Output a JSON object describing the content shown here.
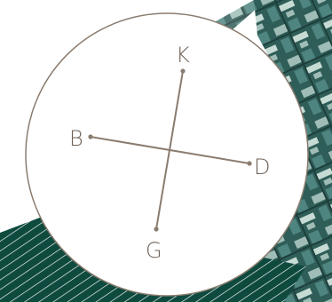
{
  "colors": {
    "circle_stroke": "#8a7c6f",
    "line": "#8a7c6f",
    "label": "#6f6258",
    "aerial_dark": "#2f5d58",
    "aerial_mid": "#4f8580",
    "aerial_light": "#9fbdb6",
    "stripes_bg": "#0f4a3f",
    "stripes_line": "#ffffff"
  },
  "points": {
    "k": {
      "label": "K"
    },
    "b": {
      "label": "B"
    },
    "d": {
      "label": "D"
    },
    "g": {
      "label": "G"
    }
  }
}
